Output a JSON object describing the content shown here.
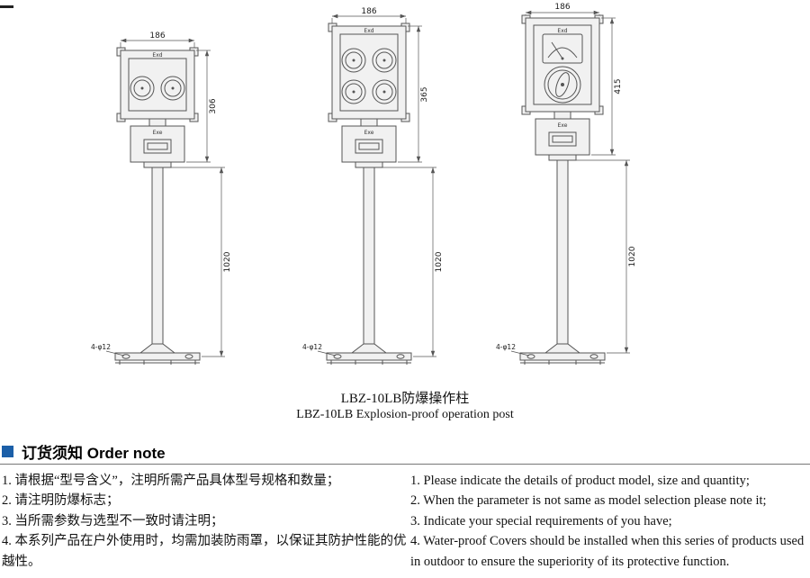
{
  "drawings": [
    {
      "width_dim": "186",
      "body_dim": "306",
      "pole_dim": "1020",
      "base_dim": "4-φ12",
      "top_label": "Exd",
      "lower_label": "Exe"
    },
    {
      "width_dim": "186",
      "body_dim": "365",
      "pole_dim": "1020",
      "base_dim": "4-φ12",
      "top_label": "Exd",
      "lower_label": "Exe"
    },
    {
      "width_dim": "186",
      "body_dim": "415",
      "pole_dim": "1020",
      "base_dim": "4-φ12",
      "top_label": "Exd",
      "lower_label": "Exe"
    }
  ],
  "caption": {
    "line1": "LBZ-10LB防爆操作柱",
    "line2": "LBZ-10LB Explosion-proof operation post"
  },
  "order_note": {
    "title": "订货须知 Order note",
    "accent_color": "#1b5fa8",
    "cn_items": [
      "1. 请根据“型号含义”，注明所需产品具体型号规格和数量；",
      "2. 请注明防爆标志；",
      "3. 当所需参数与选型不一致时请注明；",
      "4. 本系列产品在户外使用时，均需加装防雨罩，以保证其防护性能的优越性。"
    ],
    "en_items": [
      "1. Please indicate the details of product model, size and quantity;",
      "2. When the parameter is not same as model selection please note it;",
      "3. Indicate your special requirements of you have;",
      "4. Water-proof Covers should be installed when this series of products used in  outdoor  to ensure the superiority of its protective function."
    ]
  }
}
